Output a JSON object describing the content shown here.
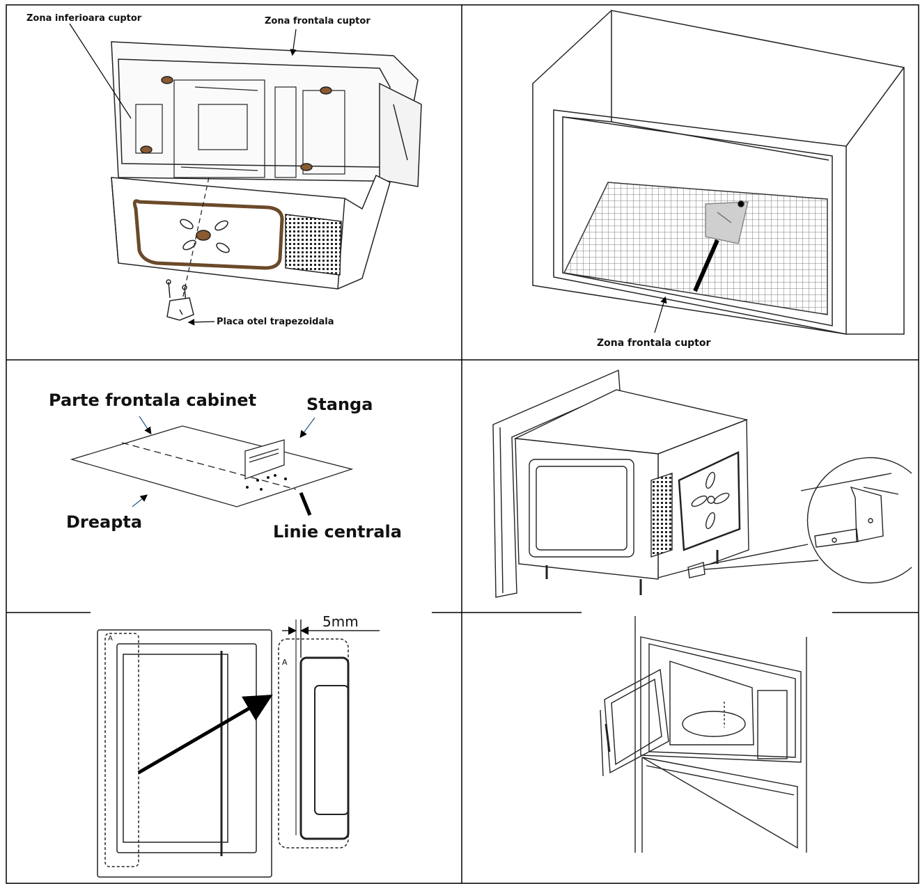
{
  "panels": {
    "p1": {
      "label_bottom_zone": "Zona inferioara cuptor",
      "label_front_zone": "Zona frontala cuptor",
      "label_plate": "Placa otel trapezoidala"
    },
    "p2": {
      "label_front_zone": "Zona frontala cuptor"
    },
    "p3": {
      "label_cabinet_front": "Parte frontala cabinet",
      "label_left": "Stanga",
      "label_right": "Dreapta",
      "label_center_line": "Linie centrala"
    },
    "p5": {
      "label_gap": "5mm",
      "label_a_small": "A",
      "label_a_large": "A"
    }
  }
}
